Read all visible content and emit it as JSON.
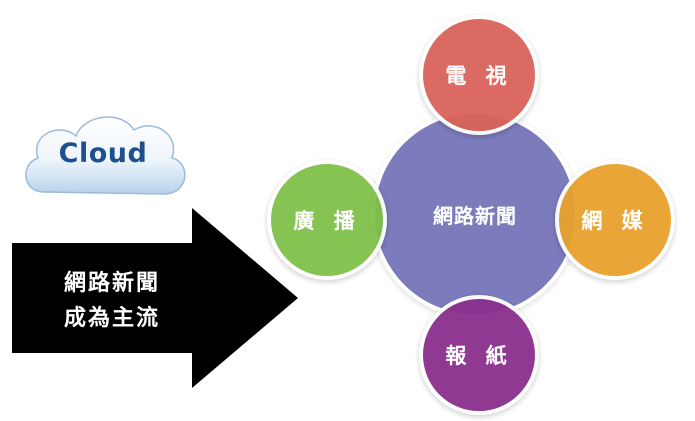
{
  "cloud": {
    "label": "Cloud"
  },
  "arrow": {
    "line1": "網路新聞",
    "line2": "成為主流"
  },
  "hub": {
    "label": "網路新聞",
    "color": "#6e6db5"
  },
  "spokes": {
    "top": {
      "label": "電 視",
      "color": "#d9635a"
    },
    "left": {
      "label": "廣 播",
      "color": "#7fc04a"
    },
    "right": {
      "label": "網 媒",
      "color": "#e8a12c"
    },
    "bottom": {
      "label": "報 紙",
      "color": "#8b2f8d"
    }
  }
}
